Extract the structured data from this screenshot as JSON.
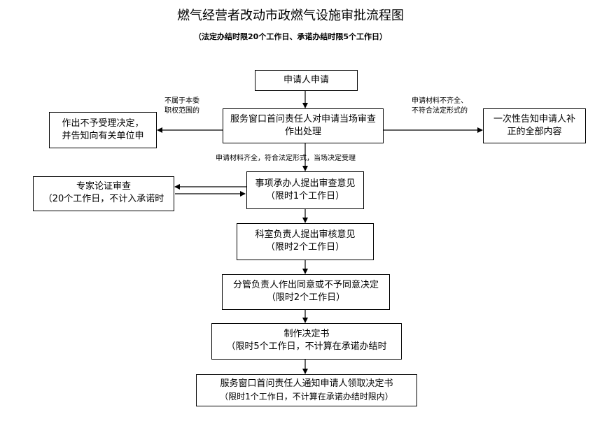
{
  "title": "燃气经营者改动市政燃气设施审批流程图",
  "subtitle": "（法定办结时限20个工作日、承诺办结时限5个工作日）",
  "boxes": {
    "apply": [
      "申请人申请"
    ],
    "window_review": [
      "服务窗口首问责任人对申请当场审查",
      "作出处理"
    ],
    "reject": [
      "作出不予受理决定，",
      "并告知向有关单位申"
    ],
    "notify_once": [
      "一次性告知申请人补",
      "正的全部内容"
    ],
    "handler": [
      "事项承办人提出审查意见",
      "（限时1个工作日）"
    ],
    "expert": [
      "专家论证审查",
      "（20个工作日，不计入承诺时"
    ],
    "section": [
      "科室负责人提出审核意见",
      "（限时2个工作日）"
    ],
    "leader": [
      "分管负责人作出同意或不予同意决定",
      "（限时2个工作日）"
    ],
    "make_decision": [
      "制作决定书",
      "（限时5个工作日，不计算在承诺办结时"
    ],
    "notify_collect": [
      "服务窗口首问责任人通知申请人领取决定书",
      "（限时1个工作日，不计算在承诺办结时限内）"
    ]
  },
  "notes": {
    "not_scope": [
      "不属于本委",
      "职权范围的"
    ],
    "incomplete": [
      "申请材料不齐全、",
      "不符合法定形式的"
    ],
    "accepted": "申请材料齐全，符合法定形式，当场决定受理"
  }
}
